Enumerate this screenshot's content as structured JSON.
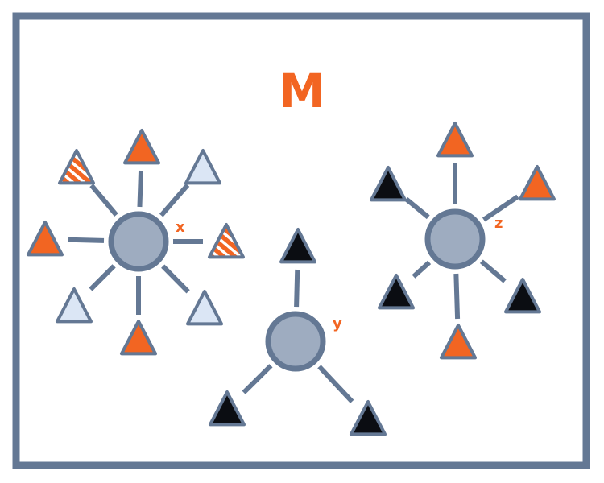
{
  "title": "M",
  "colors": {
    "frame": "#647894",
    "node_fill": "#9eacc0",
    "node_stroke": "#647894",
    "edge": "#647894",
    "triangle_stroke": "#647894",
    "label": "#f26522",
    "orange": "#f26522",
    "light": "#dbe6f5",
    "black": "#0b0d12"
  },
  "hubs": [
    {
      "label": "x",
      "leaves": [
        {
          "fill": "hatched",
          "icon": "hatched-triangle-icon"
        },
        {
          "fill": "orange",
          "icon": "orange-triangle-icon"
        },
        {
          "fill": "light",
          "icon": "light-triangle-icon"
        },
        {
          "fill": "orange",
          "icon": "orange-triangle-icon"
        },
        {
          "fill": "hatched",
          "icon": "hatched-triangle-icon"
        },
        {
          "fill": "light",
          "icon": "light-triangle-icon"
        },
        {
          "fill": "orange",
          "icon": "orange-triangle-icon"
        },
        {
          "fill": "light",
          "icon": "light-triangle-icon"
        }
      ]
    },
    {
      "label": "y",
      "leaves": [
        {
          "fill": "black",
          "icon": "black-triangle-icon"
        },
        {
          "fill": "black",
          "icon": "black-triangle-icon"
        },
        {
          "fill": "black",
          "icon": "black-triangle-icon"
        }
      ]
    },
    {
      "label": "z",
      "leaves": [
        {
          "fill": "black",
          "icon": "black-triangle-icon"
        },
        {
          "fill": "orange",
          "icon": "orange-triangle-icon"
        },
        {
          "fill": "orange",
          "icon": "orange-triangle-icon"
        },
        {
          "fill": "black",
          "icon": "black-triangle-icon"
        },
        {
          "fill": "orange",
          "icon": "orange-triangle-icon"
        },
        {
          "fill": "black",
          "icon": "black-triangle-icon"
        }
      ]
    }
  ]
}
